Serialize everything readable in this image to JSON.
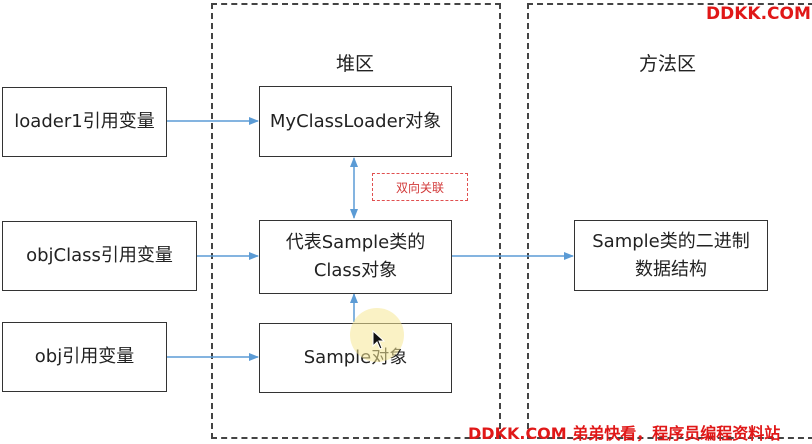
{
  "regions": {
    "heap_title": "堆区",
    "method_title": "方法区"
  },
  "boxes": {
    "loader1_ref": "loader1引用变量",
    "objclass_ref": "objClass引用变量",
    "obj_ref": "obj引用变量",
    "classloader_obj": "MyClassLoader对象",
    "class_obj_line1": "代表Sample类的",
    "class_obj_line2": "Class对象",
    "sample_obj": "Sample对象",
    "method_line1": "Sample类的二进制",
    "method_line2": "数据结构"
  },
  "relation_label": "双向关联",
  "watermark": {
    "top": "DDKK.COM",
    "bottom": "DDKK.COM 弟弟快看，程序员编程资料站"
  },
  "colors": {
    "arrow": "#5b9bd5",
    "region_border": "#444444",
    "box_border": "#333333",
    "relation_label": "#d23a3a",
    "watermark": "#e01818"
  }
}
